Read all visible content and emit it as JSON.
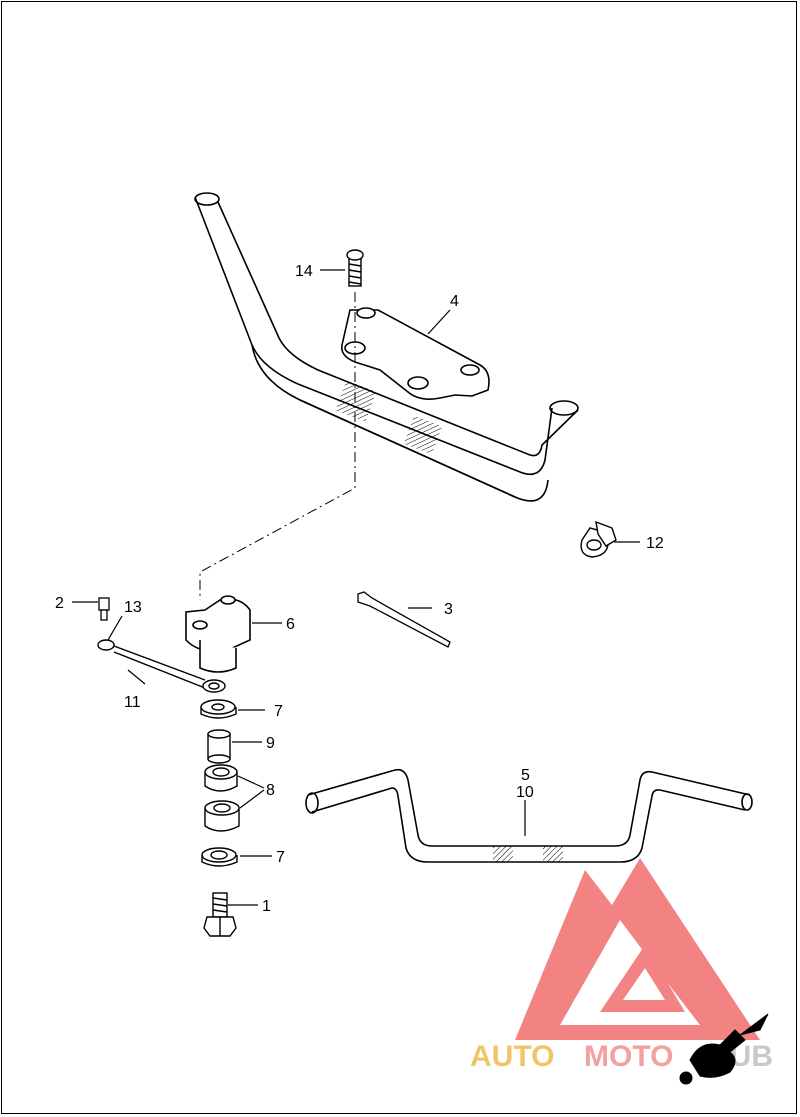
{
  "callouts": [
    "1",
    "2",
    "3",
    "4",
    "5",
    "6",
    "7",
    "7",
    "8",
    "9",
    "10",
    "11",
    "12",
    "13",
    "14"
  ],
  "watermark": {
    "text_a": "AUTO",
    "text_b": "MOTO",
    "text_c": "HUB",
    "color_a": "#f2c46a",
    "color_b": "#f2a1a1",
    "color_c": "#c9c9c9",
    "logo_color": "#ef5a5a"
  }
}
